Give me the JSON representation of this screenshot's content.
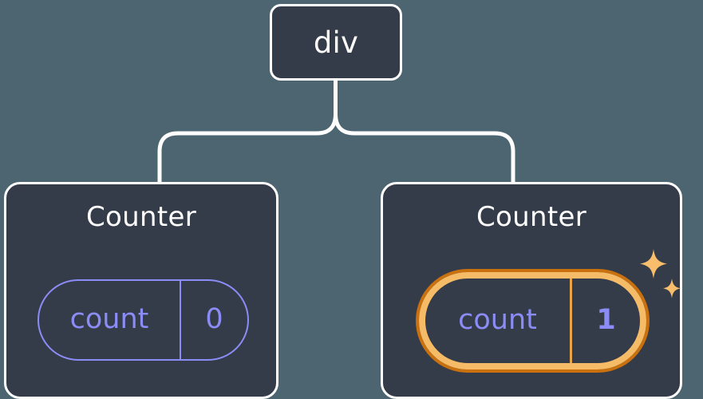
{
  "diagram": {
    "type": "component-tree",
    "title": "React component tree with highlighted state",
    "background_color": "#4c6570",
    "node_color": "#343b49",
    "node_border_color": "#ffffff",
    "connector_color": "#ffffff",
    "state_color": "#8b8cf5",
    "highlight_outer_color": "#c9700f",
    "highlight_inner_color": "#f6bb67",
    "sparkle_color": "#f8be6b"
  },
  "root": {
    "label": "div"
  },
  "children": [
    {
      "id": "counter-left",
      "label": "Counter",
      "state": {
        "key": "count",
        "value": "0",
        "highlighted": false
      }
    },
    {
      "id": "counter-right",
      "label": "Counter",
      "state": {
        "key": "count",
        "value": "1",
        "highlighted": true
      },
      "sparkles": {
        "name": "sparkles-icon",
        "count": 2
      }
    }
  ]
}
